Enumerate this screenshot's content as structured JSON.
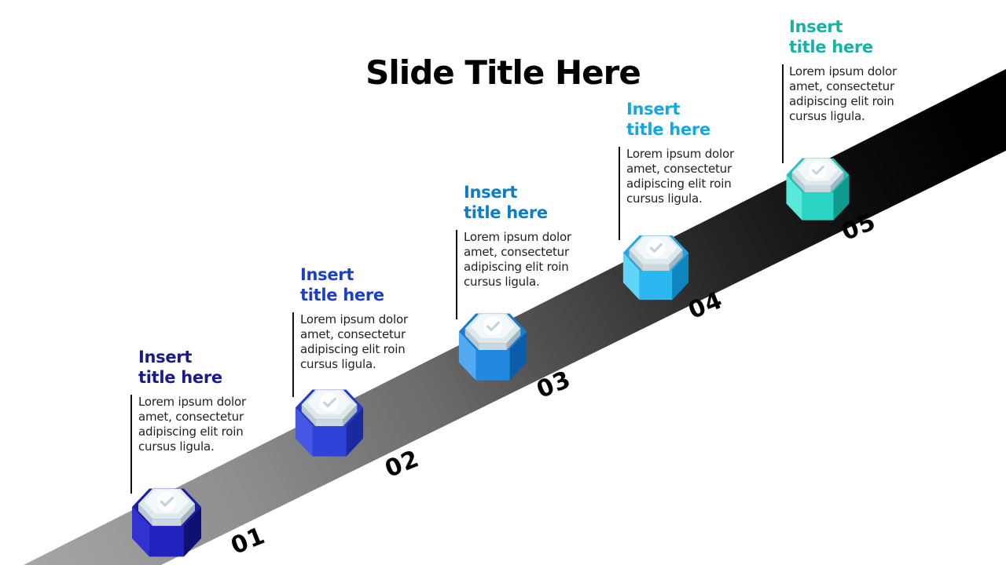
{
  "slide": {
    "title": "Slide Title Here"
  },
  "road": {
    "start_color": "#a8a8a8",
    "end_color": "#000000",
    "shape": "diagonal-ramp"
  },
  "marker": {
    "icon": "check-icon",
    "plate_color": "#e9f1f4",
    "check_color": "#c3d6df"
  },
  "steps": [
    {
      "number": "01",
      "accent": "#1a1a8e",
      "title_lines": [
        "Insert",
        "title here"
      ],
      "body_lines": [
        "Lorem ipsum dolor",
        "amet, consectetur",
        "adipiscing elit roin",
        "cursus ligula."
      ]
    },
    {
      "number": "02",
      "accent": "#1d3fc0",
      "title_lines": [
        "Insert",
        "title here"
      ],
      "body_lines": [
        "Lorem ipsum dolor",
        "amet, consectetur",
        "adipiscing elit roin",
        "cursus ligula."
      ]
    },
    {
      "number": "03",
      "accent": "#0d7dc5",
      "title_lines": [
        "Insert",
        "title here"
      ],
      "body_lines": [
        "Lorem ipsum dolor",
        "amet, consectetur",
        "adipiscing elit roin",
        "cursus ligula."
      ]
    },
    {
      "number": "04",
      "accent": "#14a8e2",
      "title_lines": [
        "Insert",
        "title here"
      ],
      "body_lines": [
        "Lorem ipsum dolor",
        "amet, consectetur",
        "adipiscing elit roin",
        "cursus ligula."
      ]
    },
    {
      "number": "05",
      "accent": "#15b2a6",
      "title_lines": [
        "Insert",
        "title here"
      ],
      "body_lines": [
        "Lorem ipsum dolor",
        "amet, consectetur",
        "adipiscing elit roin",
        "cursus ligula."
      ]
    }
  ]
}
